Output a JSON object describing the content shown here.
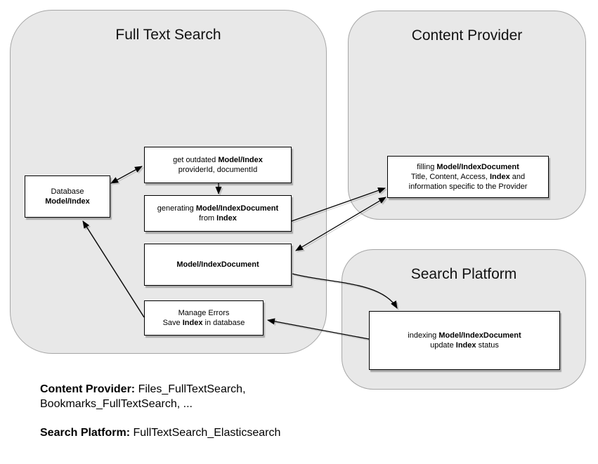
{
  "colors": {
    "container_fill": "#e8e8e8",
    "container_border": "#a6a6a6",
    "box_fill": "#ffffff",
    "box_border": "#000000",
    "arrow": "#000000",
    "text": "#000000"
  },
  "containers": {
    "full_text_search": {
      "title": "Full Text Search"
    },
    "content_provider": {
      "title": "Content Provider"
    },
    "search_platform": {
      "title": "Search Platform"
    }
  },
  "boxes": {
    "database": {
      "l1": "Database",
      "l2": "Model/Index"
    },
    "get_outdated": {
      "l1a": "get outdated ",
      "l1b": "Model/Index",
      "l2": "providerId, documentId"
    },
    "generating": {
      "l1a": "generating ",
      "l1b": "Model/IndexDocument",
      "l2a": "from ",
      "l2b": "Index"
    },
    "model_index_document": {
      "l1": "Model/IndexDocument"
    },
    "manage_errors": {
      "l1": "Manage Errors",
      "l2a": "Save ",
      "l2b": "Index",
      "l2c": " in database"
    },
    "filling": {
      "l1a": "filling ",
      "l1b": "Model/IndexDocument",
      "l2a": "Title, Content, Access, ",
      "l2b": "Index",
      "l2c": " and",
      "l3": "information specific to the Provider"
    },
    "indexing": {
      "l1a": "indexing ",
      "l1b": "Model/IndexDocument",
      "l2a": "update ",
      "l2b": "Index",
      "l2c": " status"
    }
  },
  "legend": {
    "content_provider_label": "Content Provider:",
    "content_provider_value": "Files_FullTextSearch, Bookmarks_FullTextSearch, ...",
    "search_platform_label": "Search Platform:",
    "search_platform_value": "FullTextSearch_Elasticsearch"
  }
}
